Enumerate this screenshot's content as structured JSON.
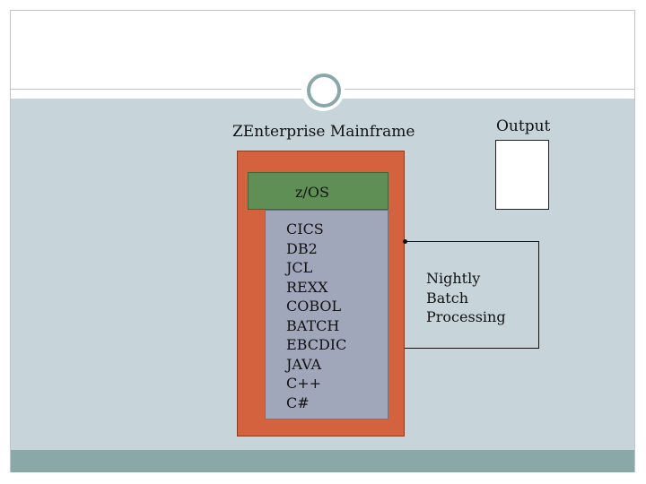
{
  "diagram": {
    "mainframe_label": "ZEnterprise Mainframe",
    "os_label": "z/OS",
    "technologies": [
      "CICS",
      "DB2",
      "JCL",
      "REXX",
      "COBOL",
      "BATCH",
      "EBCDIC",
      "JAVA",
      "C++",
      "C#"
    ],
    "output_label": "Output",
    "batch_label_lines": [
      "Nightly",
      "Batch",
      "Processing"
    ]
  },
  "colors": {
    "mainframe": "#d5623f",
    "os_bar": "#5f8f55",
    "tech_box": "#a1a7ba",
    "content_bg": "#c7d4da",
    "footer": "#8aa8a8"
  }
}
